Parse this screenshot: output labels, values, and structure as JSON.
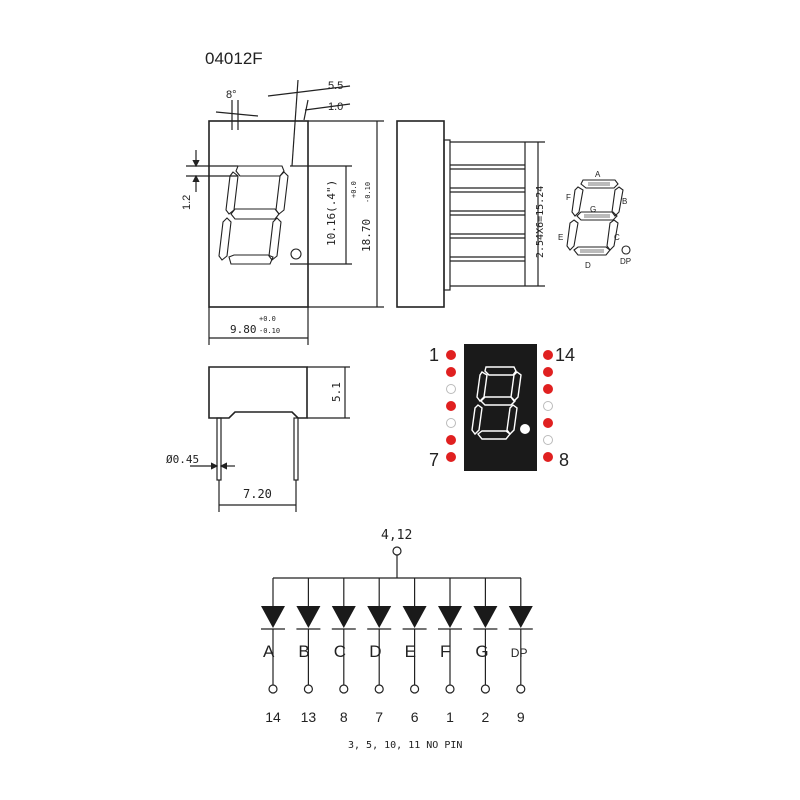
{
  "title": "04012F",
  "top_view": {
    "angle_label": "8°",
    "dim_5_5": "5.5",
    "dim_1_0": "1.0",
    "dim_1_2": "1.2",
    "dim_height_main": "10.16(.4\")",
    "dim_height_total": "18.70",
    "tol_height_plus": "+0.0",
    "tol_height_minus": "-0.10",
    "dim_width": "9.80",
    "tol_width_plus": "+0.0",
    "tol_width_minus": "-0.10"
  },
  "side_view": {
    "pin_pitch": "2.54X6=15.24"
  },
  "segment_legend": {
    "labels": [
      "A",
      "B",
      "C",
      "D",
      "E",
      "F",
      "G",
      "DP"
    ]
  },
  "bottom_view": {
    "dim_height": "5.1",
    "dim_pin_diameter": "Ø0.45",
    "dim_pin_spacing": "7.20"
  },
  "pin_view": {
    "label_1": "1",
    "label_7": "7",
    "label_14": "14",
    "label_8": "8",
    "left_pins": [
      "active",
      "active",
      "empty",
      "active",
      "empty",
      "active",
      "active"
    ],
    "right_pins": [
      "active",
      "active",
      "active",
      "empty",
      "active",
      "empty",
      "active"
    ],
    "pin_active_color": "#e02020",
    "body_color": "#1a1a1a"
  },
  "schematic": {
    "common_label": "4,12",
    "segments": [
      "A",
      "B",
      "C",
      "D",
      "E",
      "F",
      "G",
      "DP"
    ],
    "pins": [
      "14",
      "13",
      "8",
      "7",
      "6",
      "1",
      "2",
      "9"
    ],
    "note": "3, 5, 10, 11 NO PIN"
  }
}
